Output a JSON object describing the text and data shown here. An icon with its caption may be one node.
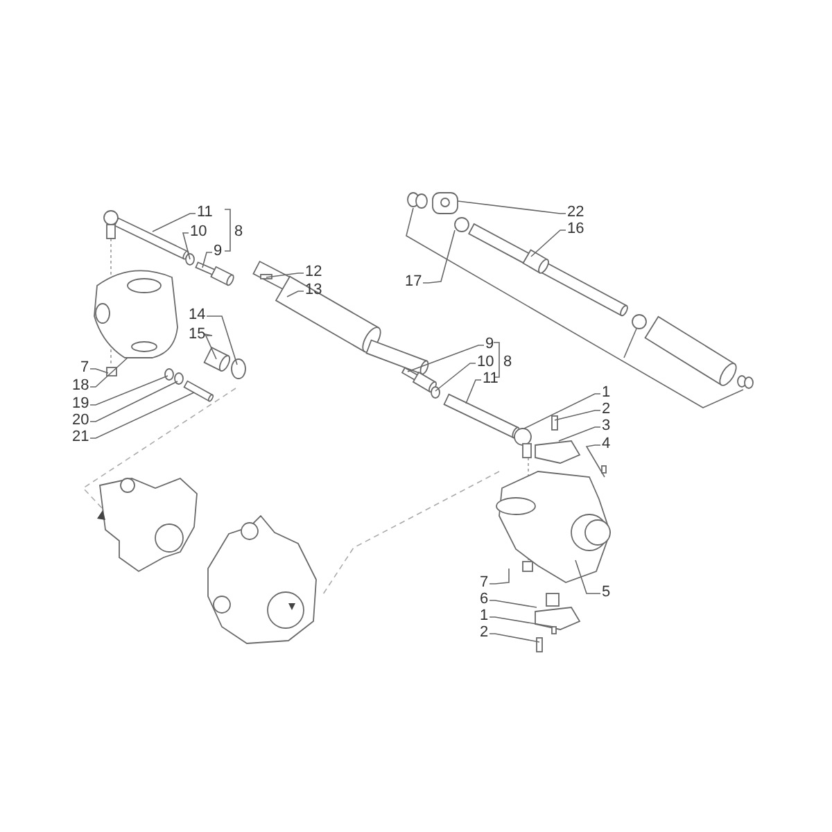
{
  "diagram": {
    "nodes": [
      {
        "text": [
          "11"
        ]
      },
      {
        "text": [
          "10"
        ]
      },
      {
        "text": [
          "9"
        ]
      },
      {
        "text": [
          "12"
        ]
      },
      {
        "text": [
          "13"
        ]
      },
      {
        "text": [
          "14"
        ]
      },
      {
        "text": [
          "15"
        ]
      },
      {
        "text": [
          "7"
        ]
      },
      {
        "text": [
          "18"
        ]
      },
      {
        "text": [
          "19"
        ]
      },
      {
        "text": [
          "20"
        ]
      },
      {
        "text": [
          "21"
        ]
      },
      {
        "text": [
          "22"
        ]
      },
      {
        "text": [
          "16"
        ]
      },
      {
        "text": [
          "17"
        ]
      },
      {
        "text": [
          "9"
        ]
      },
      {
        "text": [
          "10"
        ]
      },
      {
        "text": [
          "11"
        ]
      },
      {
        "text": [
          "1"
        ]
      },
      {
        "text": [
          "2"
        ]
      },
      {
        "text": [
          "3"
        ]
      },
      {
        "text": [
          "4"
        ]
      },
      {
        "text": [
          "5"
        ]
      },
      {
        "text": [
          "7"
        ]
      },
      {
        "text": [
          "6"
        ]
      },
      {
        "text": [
          "1"
        ]
      },
      {
        "text": [
          "2"
        ]
      }
    ],
    "edges": [
      {
        "from": 0,
        "to": null,
        "arrow": "none"
      },
      {
        "from": 1,
        "to": null,
        "arrow": "none"
      },
      {
        "from": 2,
        "to": null,
        "arrow": "none"
      },
      {
        "from": 3,
        "to": null,
        "arrow": "none"
      },
      {
        "from": 4,
        "to": null,
        "arrow": "none"
      },
      {
        "from": 5,
        "to": null,
        "arrow": "none"
      },
      {
        "from": 6,
        "to": null,
        "arrow": "none"
      },
      {
        "from": 7,
        "to": null,
        "arrow": "none"
      },
      {
        "from": 8,
        "to": null,
        "arrow": "none"
      },
      {
        "from": 9,
        "to": null,
        "arrow": "none"
      },
      {
        "from": 10,
        "to": null,
        "arrow": "none"
      },
      {
        "from": 11,
        "to": null,
        "arrow": "none"
      },
      {
        "from": 12,
        "to": null,
        "arrow": "none"
      },
      {
        "from": 13,
        "to": null,
        "arrow": "none"
      },
      {
        "from": 14,
        "to": null,
        "arrow": "none"
      },
      {
        "from": 15,
        "to": null,
        "arrow": "none"
      },
      {
        "from": 16,
        "to": null,
        "arrow": "none"
      },
      {
        "from": 17,
        "to": null,
        "arrow": "none"
      },
      {
        "from": 18,
        "to": null,
        "arrow": "none"
      },
      {
        "from": 19,
        "to": null,
        "arrow": "none"
      },
      {
        "from": 20,
        "to": null,
        "arrow": "none"
      },
      {
        "from": 21,
        "to": null,
        "arrow": "none"
      },
      {
        "from": 22,
        "to": null,
        "arrow": "none"
      },
      {
        "from": 23,
        "to": null,
        "arrow": "none"
      },
      {
        "from": 24,
        "to": null,
        "arrow": "none"
      },
      {
        "from": 25,
        "to": null,
        "arrow": "none"
      },
      {
        "from": 26,
        "to": null,
        "arrow": "none"
      }
    ],
    "labels": [
      "8",
      "8"
    ]
  }
}
